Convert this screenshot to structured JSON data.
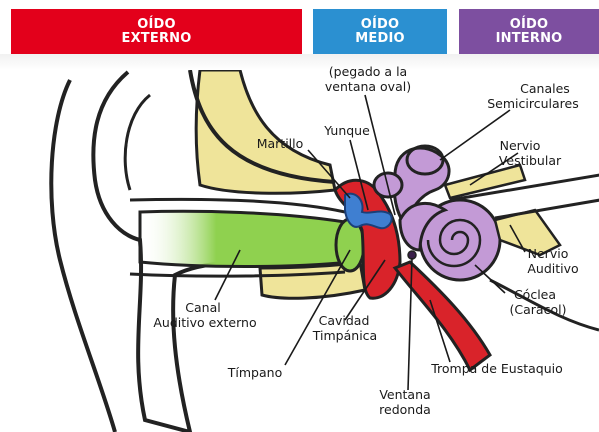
{
  "header": {
    "externo": "OÍDO\nEXTERNO",
    "medio": "OÍDO\nMEDIO",
    "interno": "OÍDO\nINTERNO"
  },
  "colors": {
    "externo": "#e3001b",
    "medio": "#2b90d1",
    "interno": "#7d4fa0",
    "canal": "#8fd14f",
    "bone": "#efe49a",
    "cavity": "#d9232a",
    "cochlea": "#c39ad6",
    "ossicles": "#3f7fd1"
  },
  "labels": {
    "estribo_1": "(pegado a la",
    "estribo_2": "ventana oval)",
    "canales_1": "Canales",
    "canales_2": "Semicirculares",
    "martillo": "Martillo",
    "yunque": "Yunque",
    "vestibular_1": "Nervio",
    "vestibular_2": "Vestibular",
    "auditivo_1": "Nervio",
    "auditivo_2": "Auditivo",
    "canal_1": "Canal",
    "canal_2": "Auditivo externo",
    "cavidad_1": "Cavidad",
    "cavidad_2": "Timpánica",
    "coclea_1": "Cóclea",
    "coclea_2": "(Caracol)",
    "timpano": "Tímpano",
    "trompa": "Trompa de Eustaquio",
    "ventana_1": "Ventana",
    "ventana_2": "redonda"
  }
}
